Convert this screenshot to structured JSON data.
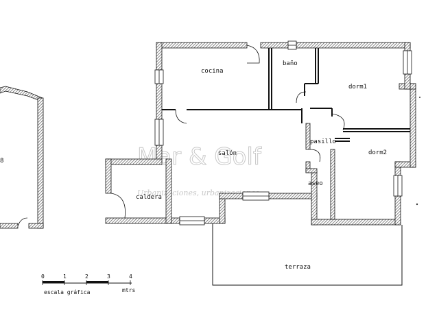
{
  "rooms": {
    "cocina": "cocina",
    "bano": "baño",
    "dorm1": "dorm1",
    "salon": "salón",
    "pasillo": "pasillo",
    "dorm2": "dorm2",
    "aseo": "aseo",
    "caldera": "caldera",
    "terraza": "terraza",
    "left_partial": "8"
  },
  "scale": {
    "ticks": [
      "0",
      "1",
      "2",
      "3",
      "4"
    ],
    "caption": "escala gráfica",
    "unit": "mtrs"
  },
  "watermark": {
    "brand": "Mar & Golf",
    "tagline": "Urbanizaciones, urbanizaciones"
  },
  "colors": {
    "wall_hatch": "#555555",
    "line": "#111111",
    "watermark": "#c8c8c8"
  }
}
